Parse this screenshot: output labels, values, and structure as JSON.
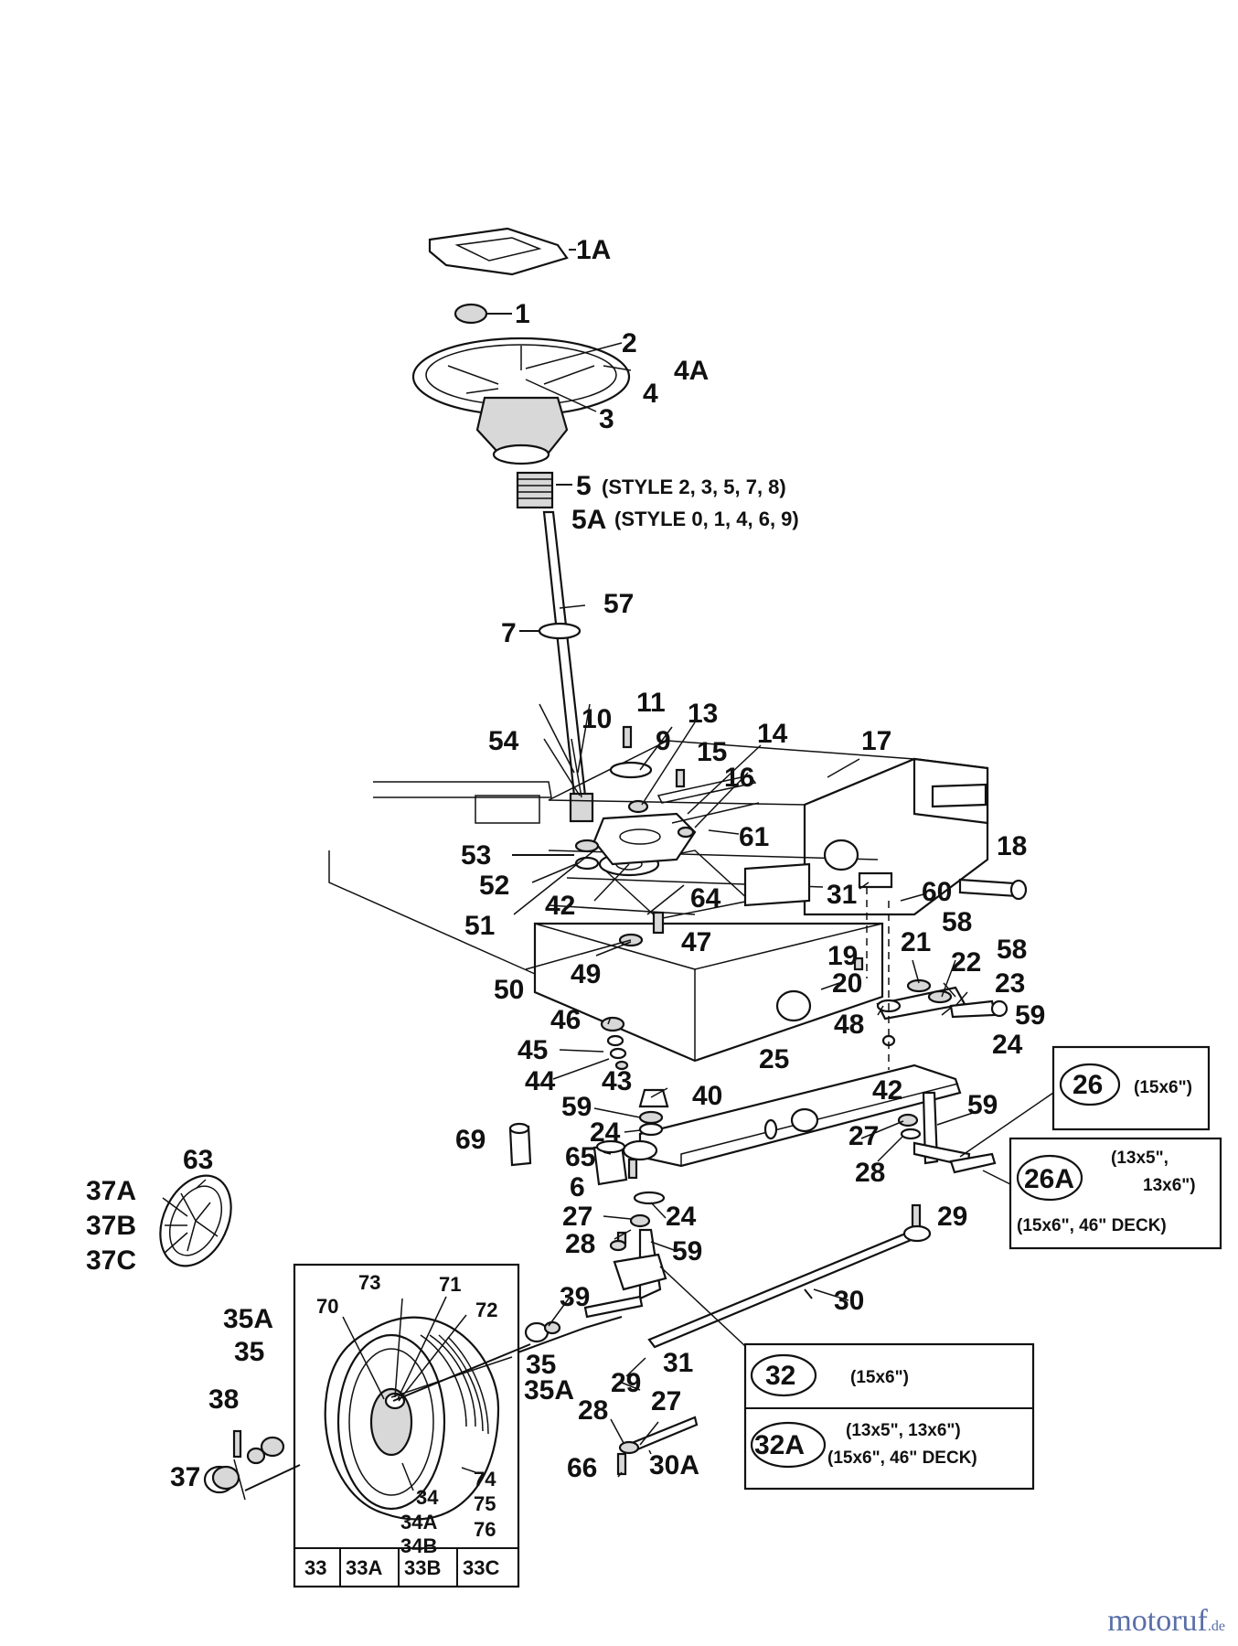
{
  "callouts": [
    {
      "id": "c-1A",
      "text": "1A"
    },
    {
      "id": "c-1",
      "text": "1"
    },
    {
      "id": "c-2",
      "text": "2"
    },
    {
      "id": "c-4A",
      "text": "4A"
    },
    {
      "id": "c-4",
      "text": "4"
    },
    {
      "id": "c-3",
      "text": "3"
    },
    {
      "id": "c-5",
      "text": "5"
    },
    {
      "id": "c-5A",
      "text": "5A"
    },
    {
      "id": "c-57",
      "text": "57"
    },
    {
      "id": "c-7",
      "text": "7"
    },
    {
      "id": "c-11",
      "text": "11"
    },
    {
      "id": "c-10",
      "text": "10"
    },
    {
      "id": "c-13",
      "text": "13"
    },
    {
      "id": "c-9",
      "text": "9"
    },
    {
      "id": "c-14",
      "text": "14"
    },
    {
      "id": "c-15",
      "text": "15"
    },
    {
      "id": "c-16",
      "text": "16"
    },
    {
      "id": "c-17",
      "text": "17"
    },
    {
      "id": "c-54",
      "text": "54"
    },
    {
      "id": "c-61",
      "text": "61"
    },
    {
      "id": "c-18",
      "text": "18"
    },
    {
      "id": "c-53",
      "text": "53"
    },
    {
      "id": "c-52",
      "text": "52"
    },
    {
      "id": "c-42a",
      "text": "42"
    },
    {
      "id": "c-64",
      "text": "64"
    },
    {
      "id": "c-31a",
      "text": "31"
    },
    {
      "id": "c-60",
      "text": "60"
    },
    {
      "id": "c-51",
      "text": "51"
    },
    {
      "id": "c-47",
      "text": "47"
    },
    {
      "id": "c-21",
      "text": "21"
    },
    {
      "id": "c-58a",
      "text": "58"
    },
    {
      "id": "c-58b",
      "text": "58"
    },
    {
      "id": "c-22",
      "text": "22"
    },
    {
      "id": "c-19",
      "text": "19"
    },
    {
      "id": "c-23",
      "text": "23"
    },
    {
      "id": "c-50",
      "text": "50"
    },
    {
      "id": "c-49",
      "text": "49"
    },
    {
      "id": "c-20",
      "text": "20"
    },
    {
      "id": "c-59a",
      "text": "59"
    },
    {
      "id": "c-46",
      "text": "46"
    },
    {
      "id": "c-48",
      "text": "48"
    },
    {
      "id": "c-24a",
      "text": "24"
    },
    {
      "id": "c-45",
      "text": "45"
    },
    {
      "id": "c-25",
      "text": "25"
    },
    {
      "id": "c-44",
      "text": "44"
    },
    {
      "id": "c-43",
      "text": "43"
    },
    {
      "id": "c-42b",
      "text": "42"
    },
    {
      "id": "c-40",
      "text": "40"
    },
    {
      "id": "c-59b",
      "text": "59"
    },
    {
      "id": "c-59c",
      "text": "59"
    },
    {
      "id": "c-24b",
      "text": "24"
    },
    {
      "id": "c-69",
      "text": "69"
    },
    {
      "id": "c-27a",
      "text": "27"
    },
    {
      "id": "c-65",
      "text": "65"
    },
    {
      "id": "c-28a",
      "text": "28"
    },
    {
      "id": "c-6",
      "text": "6"
    },
    {
      "id": "c-63",
      "text": "63"
    },
    {
      "id": "c-37A",
      "text": "37A"
    },
    {
      "id": "c-37B",
      "text": "37B"
    },
    {
      "id": "c-37C",
      "text": "37C"
    },
    {
      "id": "c-27b",
      "text": "27"
    },
    {
      "id": "c-24c",
      "text": "24"
    },
    {
      "id": "c-29a",
      "text": "29"
    },
    {
      "id": "c-28b",
      "text": "28"
    },
    {
      "id": "c-59d",
      "text": "59"
    },
    {
      "id": "c-73",
      "text": "73"
    },
    {
      "id": "c-71",
      "text": "71"
    },
    {
      "id": "c-70",
      "text": "70"
    },
    {
      "id": "c-72",
      "text": "72"
    },
    {
      "id": "c-39",
      "text": "39"
    },
    {
      "id": "c-30",
      "text": "30"
    },
    {
      "id": "c-35A-l",
      "text": "35A"
    },
    {
      "id": "c-35-l",
      "text": "35"
    },
    {
      "id": "c-35-r",
      "text": "35"
    },
    {
      "id": "c-35A-r",
      "text": "35A"
    },
    {
      "id": "c-31b",
      "text": "31"
    },
    {
      "id": "c-29b",
      "text": "29"
    },
    {
      "id": "c-38",
      "text": "38"
    },
    {
      "id": "c-28c",
      "text": "28"
    },
    {
      "id": "c-27c",
      "text": "27"
    },
    {
      "id": "c-30A",
      "text": "30A"
    },
    {
      "id": "c-37",
      "text": "37"
    },
    {
      "id": "c-66",
      "text": "66"
    },
    {
      "id": "c-34",
      "text": "34"
    },
    {
      "id": "c-34A",
      "text": "34A"
    },
    {
      "id": "c-34B",
      "text": "34B"
    },
    {
      "id": "c-74",
      "text": "74"
    },
    {
      "id": "c-75",
      "text": "75"
    },
    {
      "id": "c-76",
      "text": "76"
    }
  ],
  "notes": {
    "style5": "(STYLE 2, 3, 5, 7, 8)",
    "style5A": "(STYLE 0, 1, 4, 6, 9)"
  },
  "boxes": {
    "b26": {
      "code": "26",
      "size": "(15x6\")"
    },
    "b26A": {
      "code": "26A",
      "size1": "(13x5\",",
      "size2": "13x6\")",
      "size3": "(15x6\", 46\" DECK)"
    },
    "b32": {
      "code": "32",
      "size": "(15x6\")"
    },
    "b32A": {
      "code": "32A",
      "size1": "(13x5\", 13x6\")",
      "size2": "(15x6\", 46\" DECK)"
    },
    "wheel_options": [
      "33",
      "33A",
      "33B",
      "33C"
    ]
  },
  "brand": {
    "name": "motoruf",
    "suffix": ".de"
  }
}
